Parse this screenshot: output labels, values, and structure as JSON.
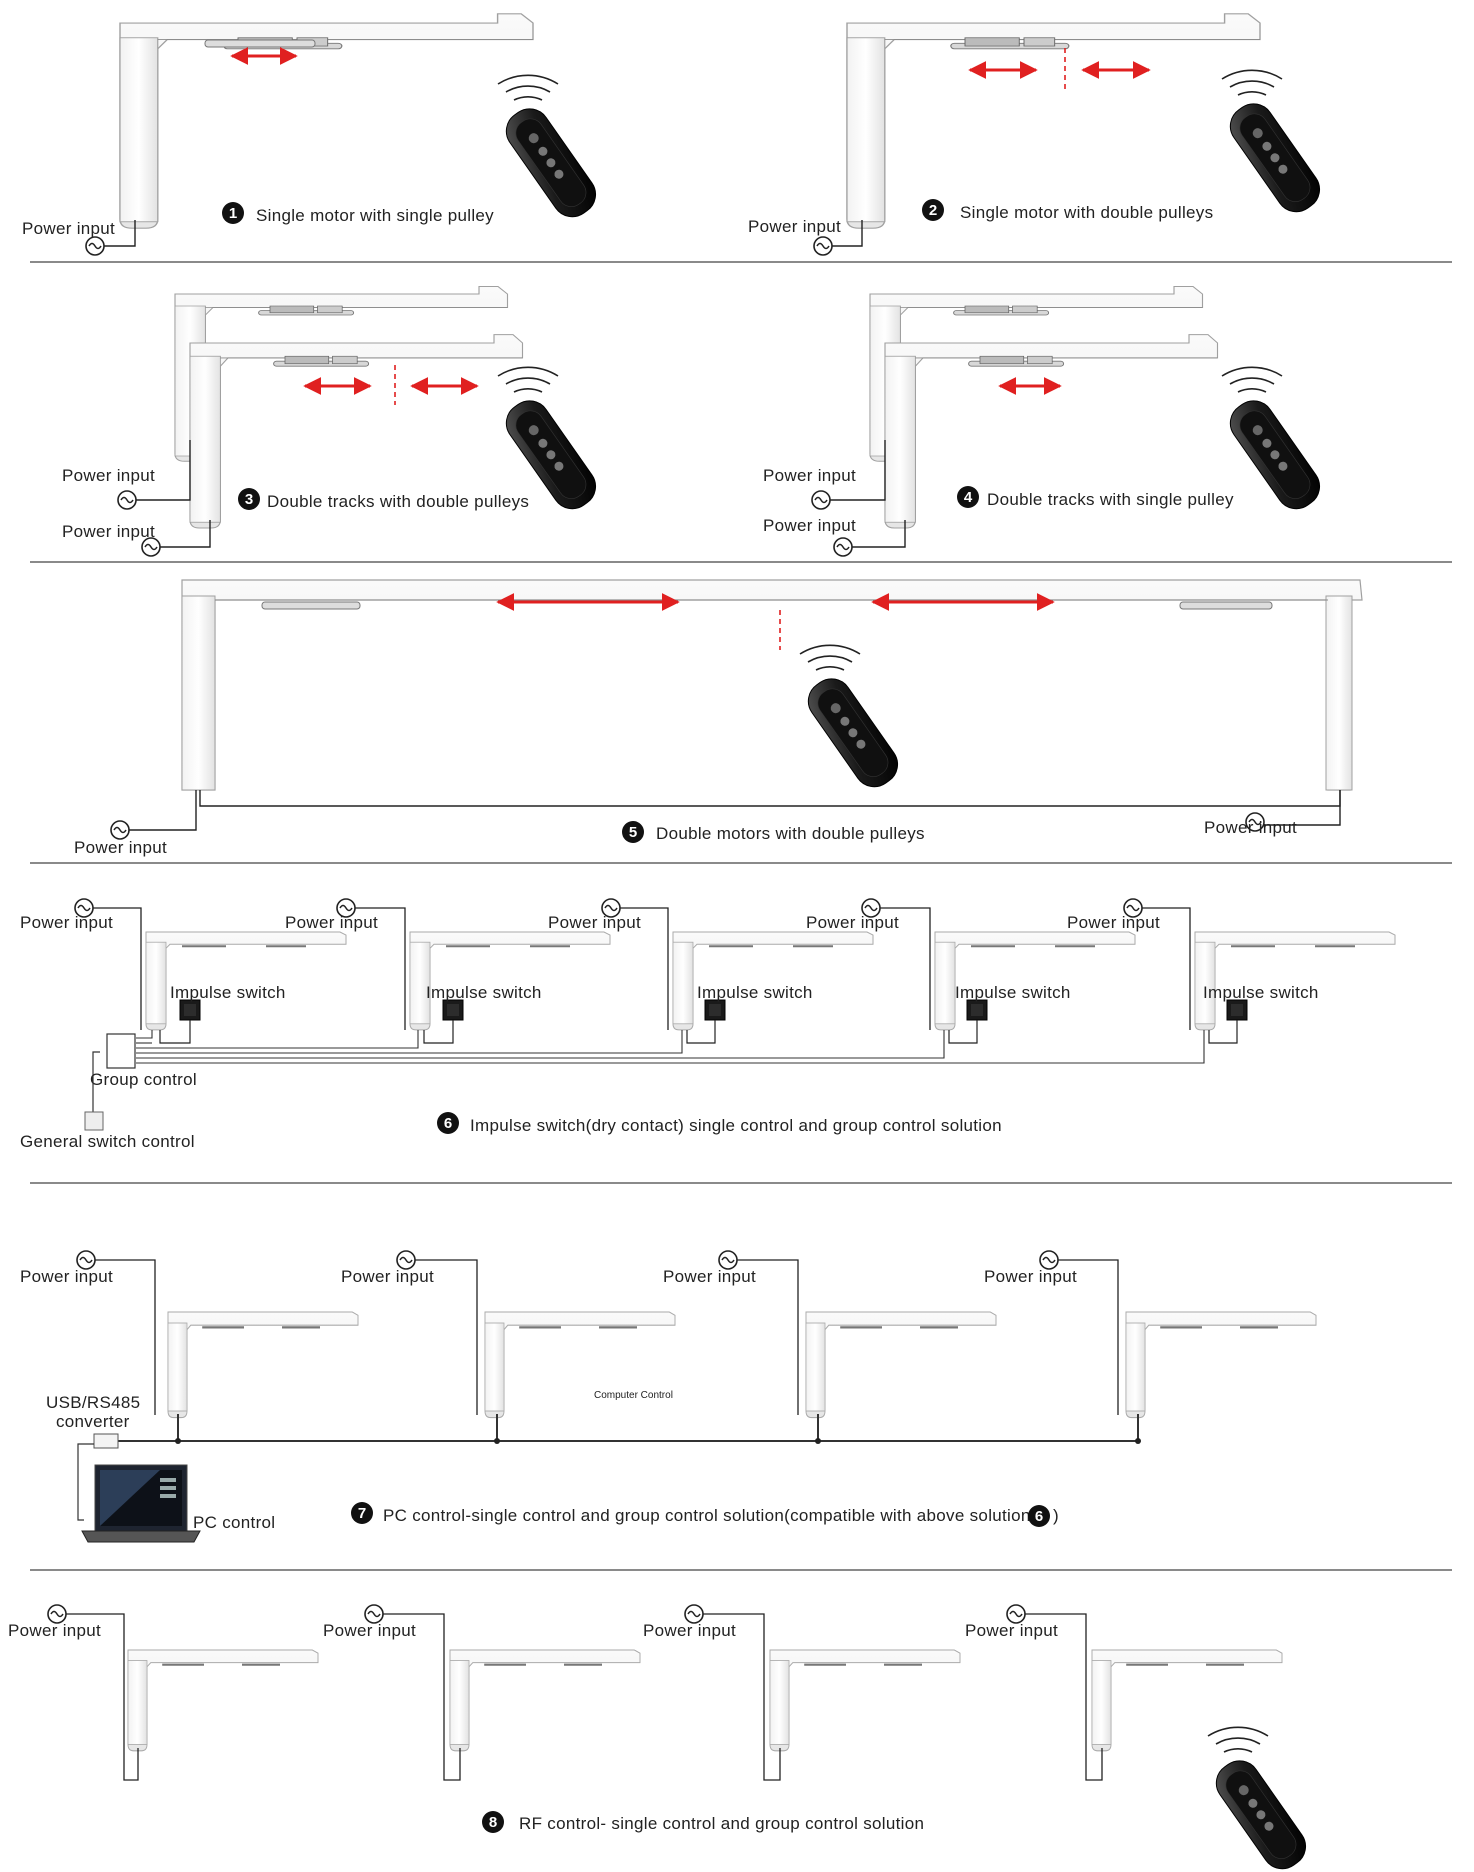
{
  "labels": {
    "power_input": "Power input",
    "impulse_switch": "Impulse switch",
    "group_control": "Group control",
    "general_switch": "General switch control",
    "usb_line1": "USB/RS485",
    "usb_line2": "converter",
    "pc_control": "PC control",
    "computer_control": "Computer Control"
  },
  "solutions": [
    {
      "num": "1",
      "title": "Single motor with single pulley"
    },
    {
      "num": "2",
      "title": "Single motor with double pulleys"
    },
    {
      "num": "3",
      "title": "Double tracks with double pulleys"
    },
    {
      "num": "4",
      "title": "Double tracks with single pulley"
    },
    {
      "num": "5",
      "title": "Double motors with double pulleys"
    },
    {
      "num": "6",
      "title": "Impulse switch(dry contact) single control and group control solution"
    },
    {
      "num": "7",
      "title": "PC control-single control and group control solution(compatible with above solution",
      "ref": "6",
      "suffix": ")"
    },
    {
      "num": "8",
      "title": "RF control- single control and group control solution"
    }
  ],
  "icons": {
    "remote": "remote-control-icon",
    "power": "ac-power-icon",
    "switch": "impulse-switch-icon",
    "laptop": "laptop-icon"
  },
  "colors": {
    "arrow": "#e02020",
    "rail": "#f4f4f4",
    "stroke": "#9a9a9a",
    "wire": "#333333"
  }
}
